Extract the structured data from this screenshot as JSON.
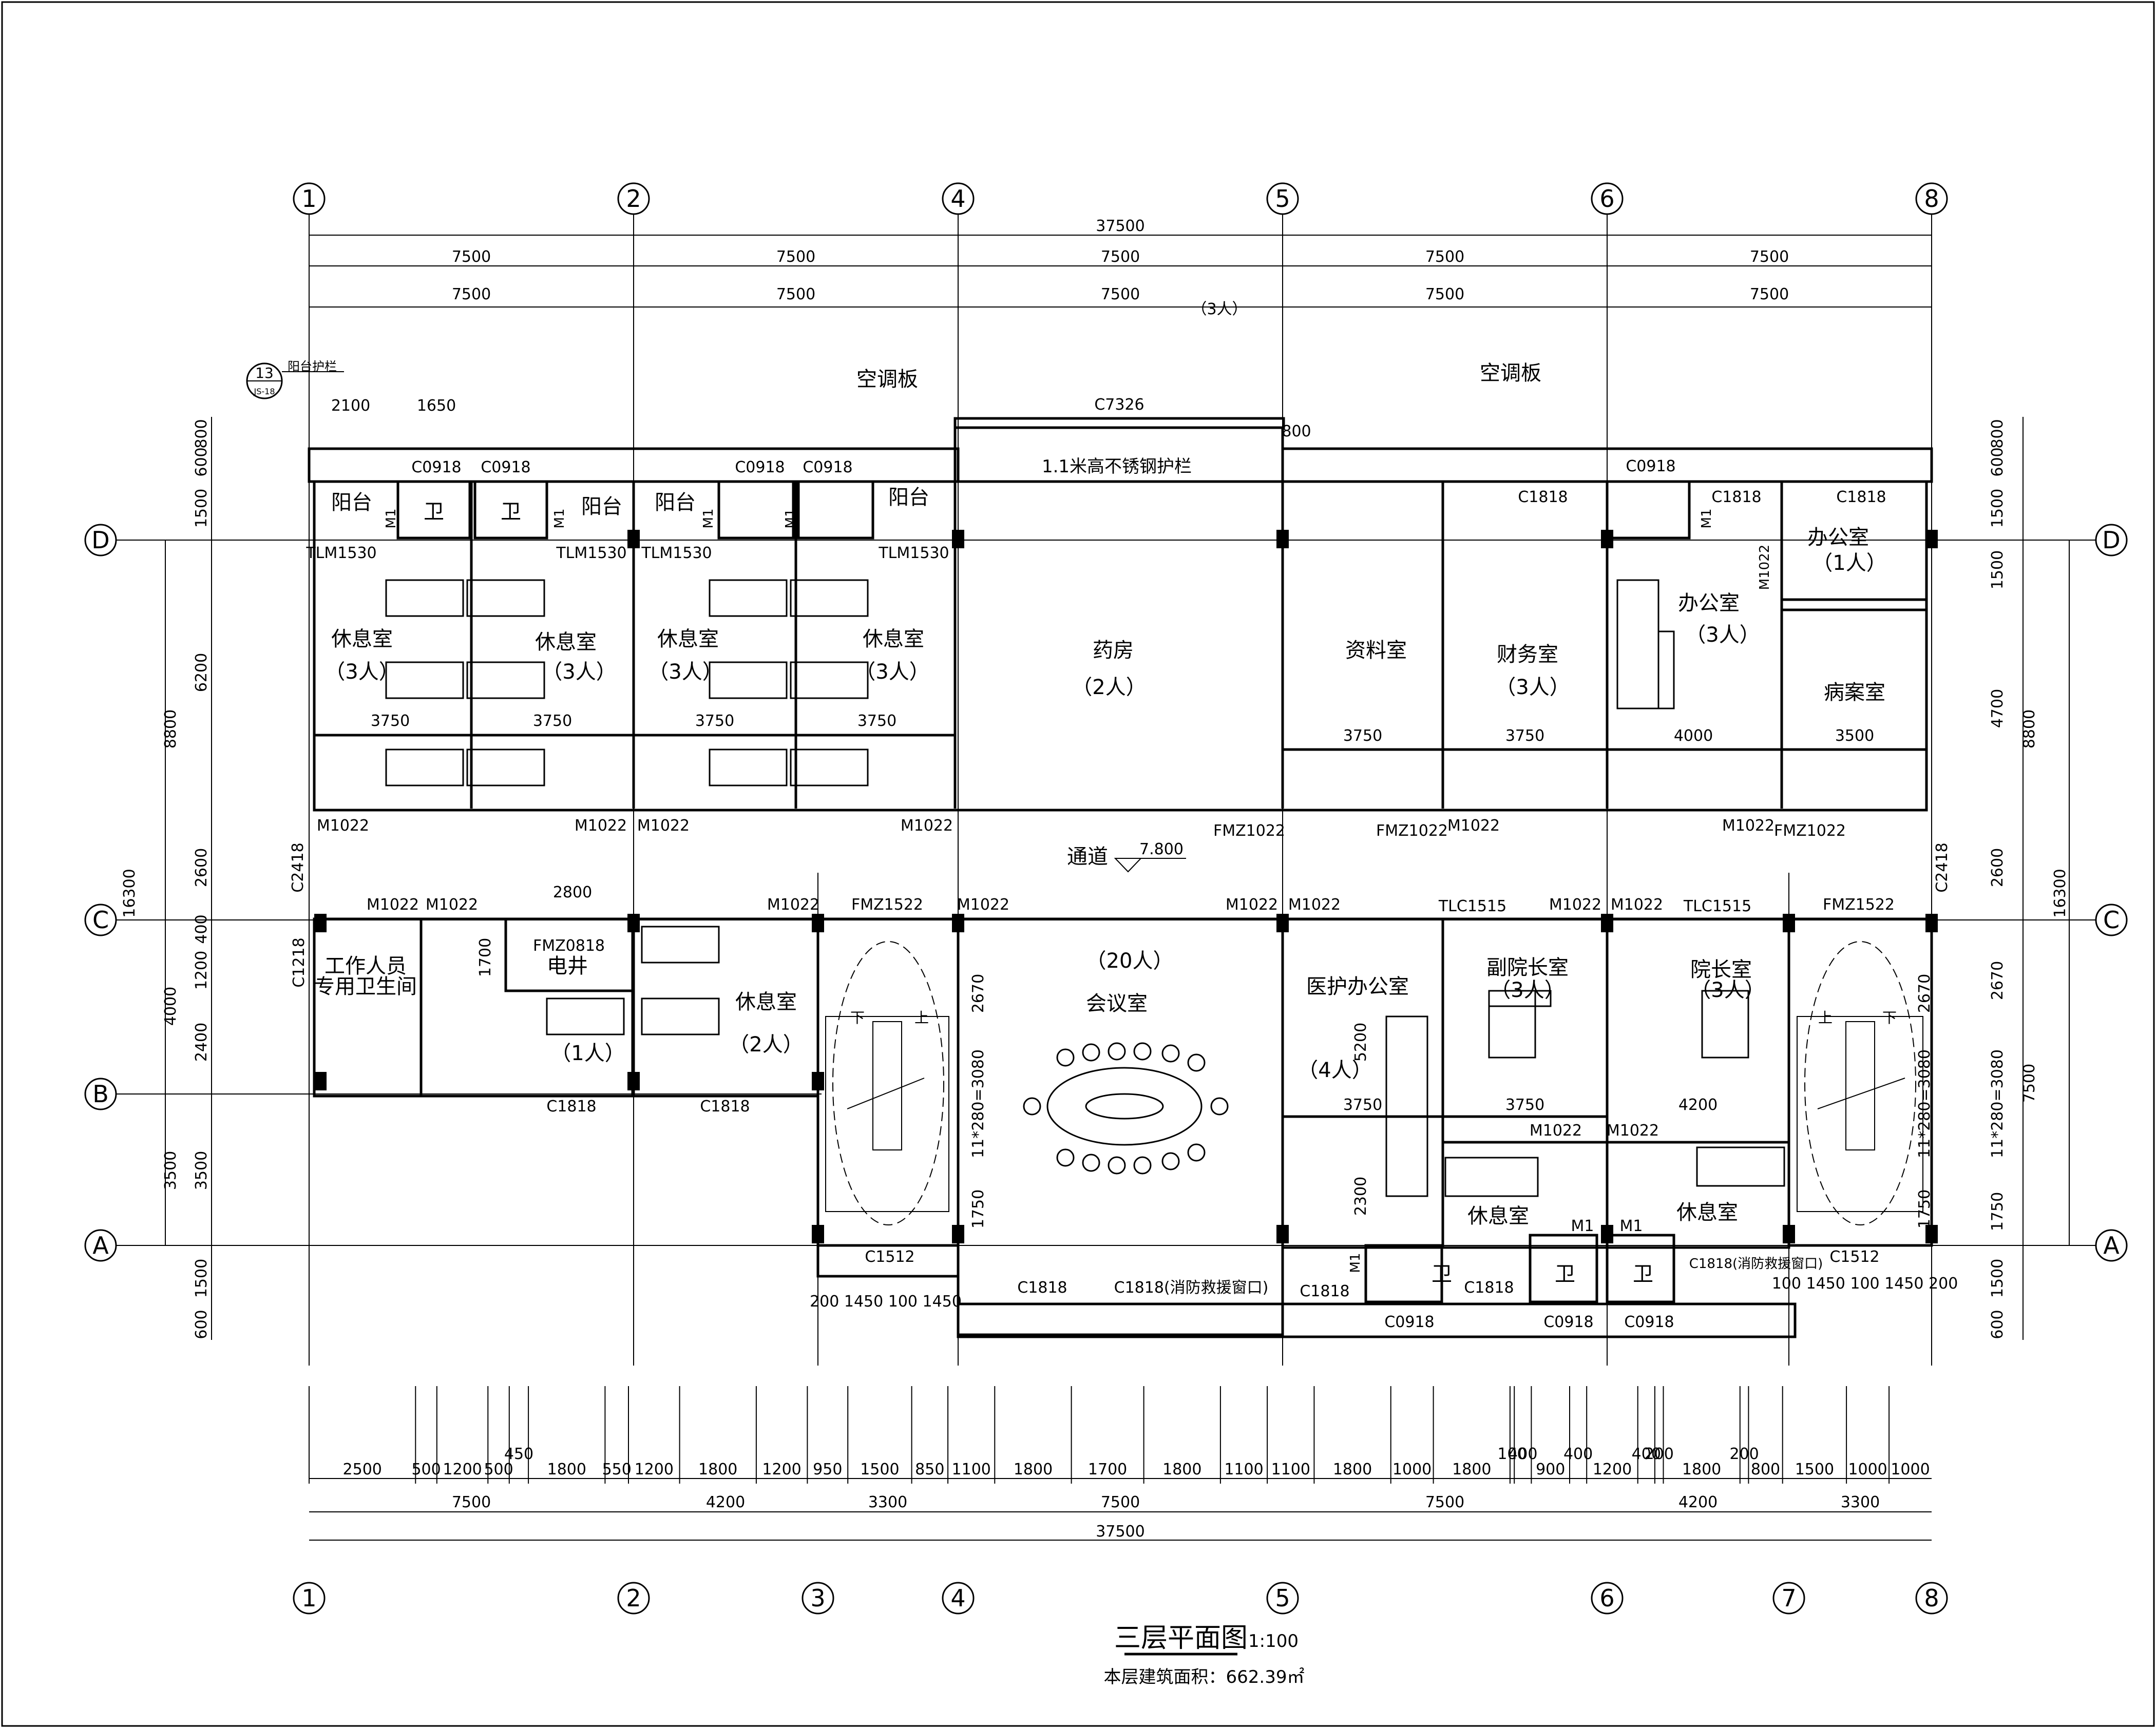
{
  "title": "三层平面图",
  "scale": "1:100",
  "area": "本层建筑面积：662.39㎡",
  "detail_ref": {
    "num": "13",
    "sheet": "JS-18",
    "label": "阳台护栏"
  },
  "axes": {
    "top": [
      "1",
      "2",
      "4",
      "5",
      "6",
      "8"
    ],
    "bottom": [
      "1",
      "2",
      "3",
      "4",
      "5",
      "6",
      "7",
      "8"
    ],
    "rows": [
      "D",
      "C",
      "B",
      "A"
    ]
  },
  "dims": {
    "total": "37500",
    "bay": "7500",
    "top_row2": [
      "7500",
      "7500",
      "7500",
      "7500",
      "7500"
    ],
    "bottom_row2": [
      "7500",
      "4200",
      "3300",
      "7500",
      "7500",
      "4200",
      "3300"
    ],
    "bottom_row3": "37500",
    "bottom_fine": [
      "2500",
      "500",
      "1200",
      "500",
      "450",
      "1800",
      "550",
      "1200",
      "1800",
      "1200",
      "950",
      "1500",
      "850",
      "1100",
      "1800",
      "1700",
      "1800",
      "1100",
      "1100",
      "1800",
      "1000",
      "1800",
      "100",
      "400",
      "900",
      "400",
      "1200",
      "400",
      "200",
      "1800",
      "200",
      "800",
      "1500",
      "1000",
      "1000"
    ],
    "left_outer": [
      "8800",
      "16300"
    ],
    "left_inner": [
      "6200",
      "2600",
      "4000",
      "3500"
    ],
    "left_fine": [
      "600",
      "800",
      "1500",
      "1200",
      "400",
      "2400",
      "3500",
      "1500",
      "600"
    ],
    "right_outer": [
      "8800",
      "16300",
      "7500"
    ],
    "right_inner": [
      "600",
      "800",
      "1500",
      "1500",
      "4700",
      "2600",
      "2670",
      "11*280=3080",
      "1750",
      "1500",
      "600"
    ],
    "stairs_left": [
      "2670",
      "11*280=3080",
      "1750"
    ],
    "balcony": [
      "2100",
      "1650"
    ],
    "room_widths": [
      "3750",
      "3750",
      "3750",
      "3750",
      "3750",
      "3750",
      "4000",
      "3500",
      "3750",
      "3750",
      "4200",
      "2800",
      "1700",
      "5200",
      "2300"
    ],
    "stair_widths": [
      "200 1450 100 1450",
      "100 1450 100 1450 200"
    ],
    "top_c": "800",
    "level": "7.800"
  },
  "rooms": {
    "rest_3_1": "休息室",
    "rest_3_1_cap": "（3人）",
    "rest_3_2": "休息室",
    "rest_3_2_cap": "（3人）",
    "rest_3_3": "休息室",
    "rest_3_3_cap": "（3人）",
    "rest_3_4": "休息室",
    "rest_3_4_cap": "（3人）",
    "pharmacy": "药房",
    "pharmacy_cap": "（2人）",
    "archive": "资料室",
    "finance": "财务室",
    "finance_cap": "（3人）",
    "office_3": "办公室",
    "office_3_cap": "（3人）",
    "office_1": "办公室",
    "office_1_cap": "（1人）",
    "records": "病案室",
    "corridor": "通道",
    "staff_wc_1": "工作人员",
    "staff_wc_2": "专用卫生间",
    "shaft": "电井",
    "rest_1_cap": "（1人）",
    "rest_2": "休息室",
    "rest_2_cap": "（2人）",
    "meeting": "会议室",
    "meeting_cap": "（20人）",
    "nurse_office": "医护办公室",
    "nurse_cap": "（4人）",
    "vp_office": "副院长室",
    "vp_cap": "（3人）",
    "president": "院长室",
    "president_cap": "（3人）",
    "rest_s1": "休息室",
    "rest_s2": "休息室",
    "balcony": "阳台",
    "wc": "卫",
    "ac_board": "空调板",
    "railing": "1.1米高不锈钢护栏",
    "top_cap": "（3人）",
    "up": "上",
    "down": "下"
  },
  "codes": {
    "C0918": "C0918",
    "C1818": "C1818",
    "C7326": "C7326",
    "C2418": "C2418",
    "C1218": "C1218",
    "C1512": "C1512",
    "C1818F": "C1818(消防救援窗口)",
    "M1022": "M1022",
    "M1": "M1",
    "TLM1530": "TLM1530",
    "TLC1515": "TLC1515",
    "FMZ1022": "FMZ1022",
    "FMZ1522": "FMZ1522",
    "FMZ0818": "FMZ0818"
  },
  "colors": {
    "line": "#000000",
    "paper": "#ffffff"
  }
}
